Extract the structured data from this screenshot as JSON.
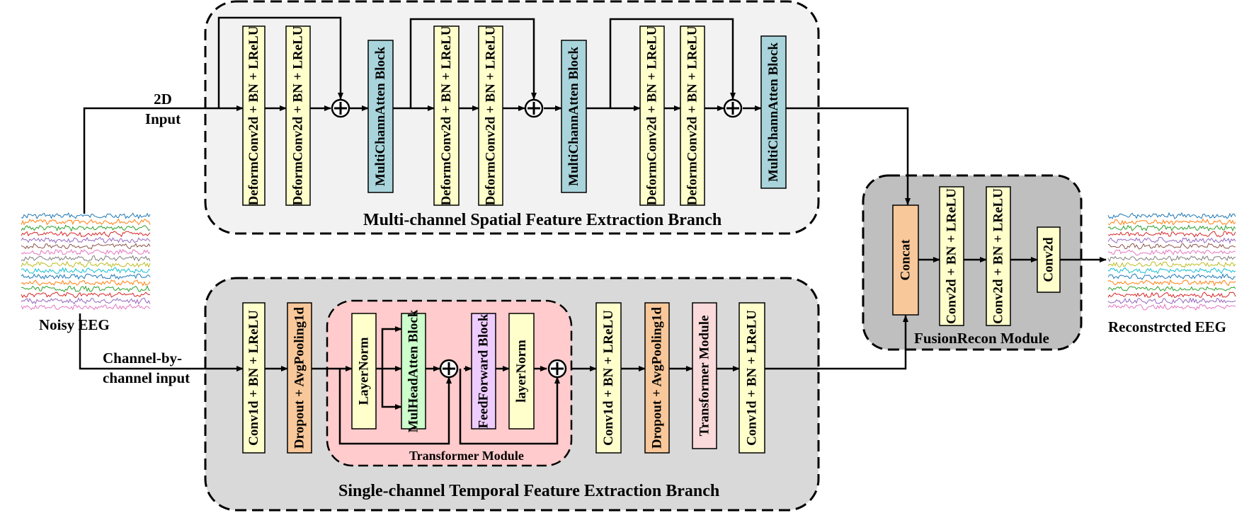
{
  "input_label": "Noisy EEG",
  "output_label": "Reconstrcted EEG",
  "input_2d_line1": "2D",
  "input_2d_line2": "Input",
  "input_ch_line1": "Channel-by-",
  "input_ch_line2": "channel input",
  "spatial_branch": {
    "title": "Multi-channel Spatial Feature Extraction Branch",
    "blocks": [
      "DeformConv2d + BN + LReLU",
      "DeformConv2d + BN + LReLU",
      "MultiChannAtten Block",
      "DeformConv2d + BN + LReLU",
      "DeformConv2d + BN + LReLU",
      "MultiChannAtten Block",
      "DeformConv2d + BN + LReLU",
      "DeformConv2d + BN + LReLU",
      "MultiChannAtten Block"
    ]
  },
  "temporal_branch": {
    "title": "Single-channel Temporal Feature Extraction Branch",
    "blocks": [
      "Conv1d + BN + LReLU",
      "Dropout + AvgPooling1d",
      "Conv1d + BN + LReLU",
      "Dropout + AvgPooling1d",
      "Transformer Module",
      "Conv1d + BN + LReLU"
    ],
    "transformer": {
      "title": "Transformer Module",
      "blocks": [
        "LayerNorm",
        "MulHeadAtten Block",
        "FeedForward Block",
        "layerNorm"
      ]
    }
  },
  "fusion": {
    "title": "FusionRecon Module",
    "blocks": [
      "Concat",
      "Conv2d + BN + LReLU",
      "Conv2d + BN + LReLU",
      "Conv2d"
    ]
  },
  "colors": {
    "conv_yellow": "#FFFFCC",
    "atten_teal": "#A9D4DB",
    "pool_orange": "#F9C89A",
    "transformer_pink": "#FADADB",
    "transformer_bg": "#FFCBCC",
    "mha_green": "#CCFFCC",
    "ff_purple": "#EECCFF",
    "spatial_bg": "#F2F2F2",
    "temporal_bg": "#D9D9D9",
    "fusion_bg": "#BFBFBF"
  }
}
